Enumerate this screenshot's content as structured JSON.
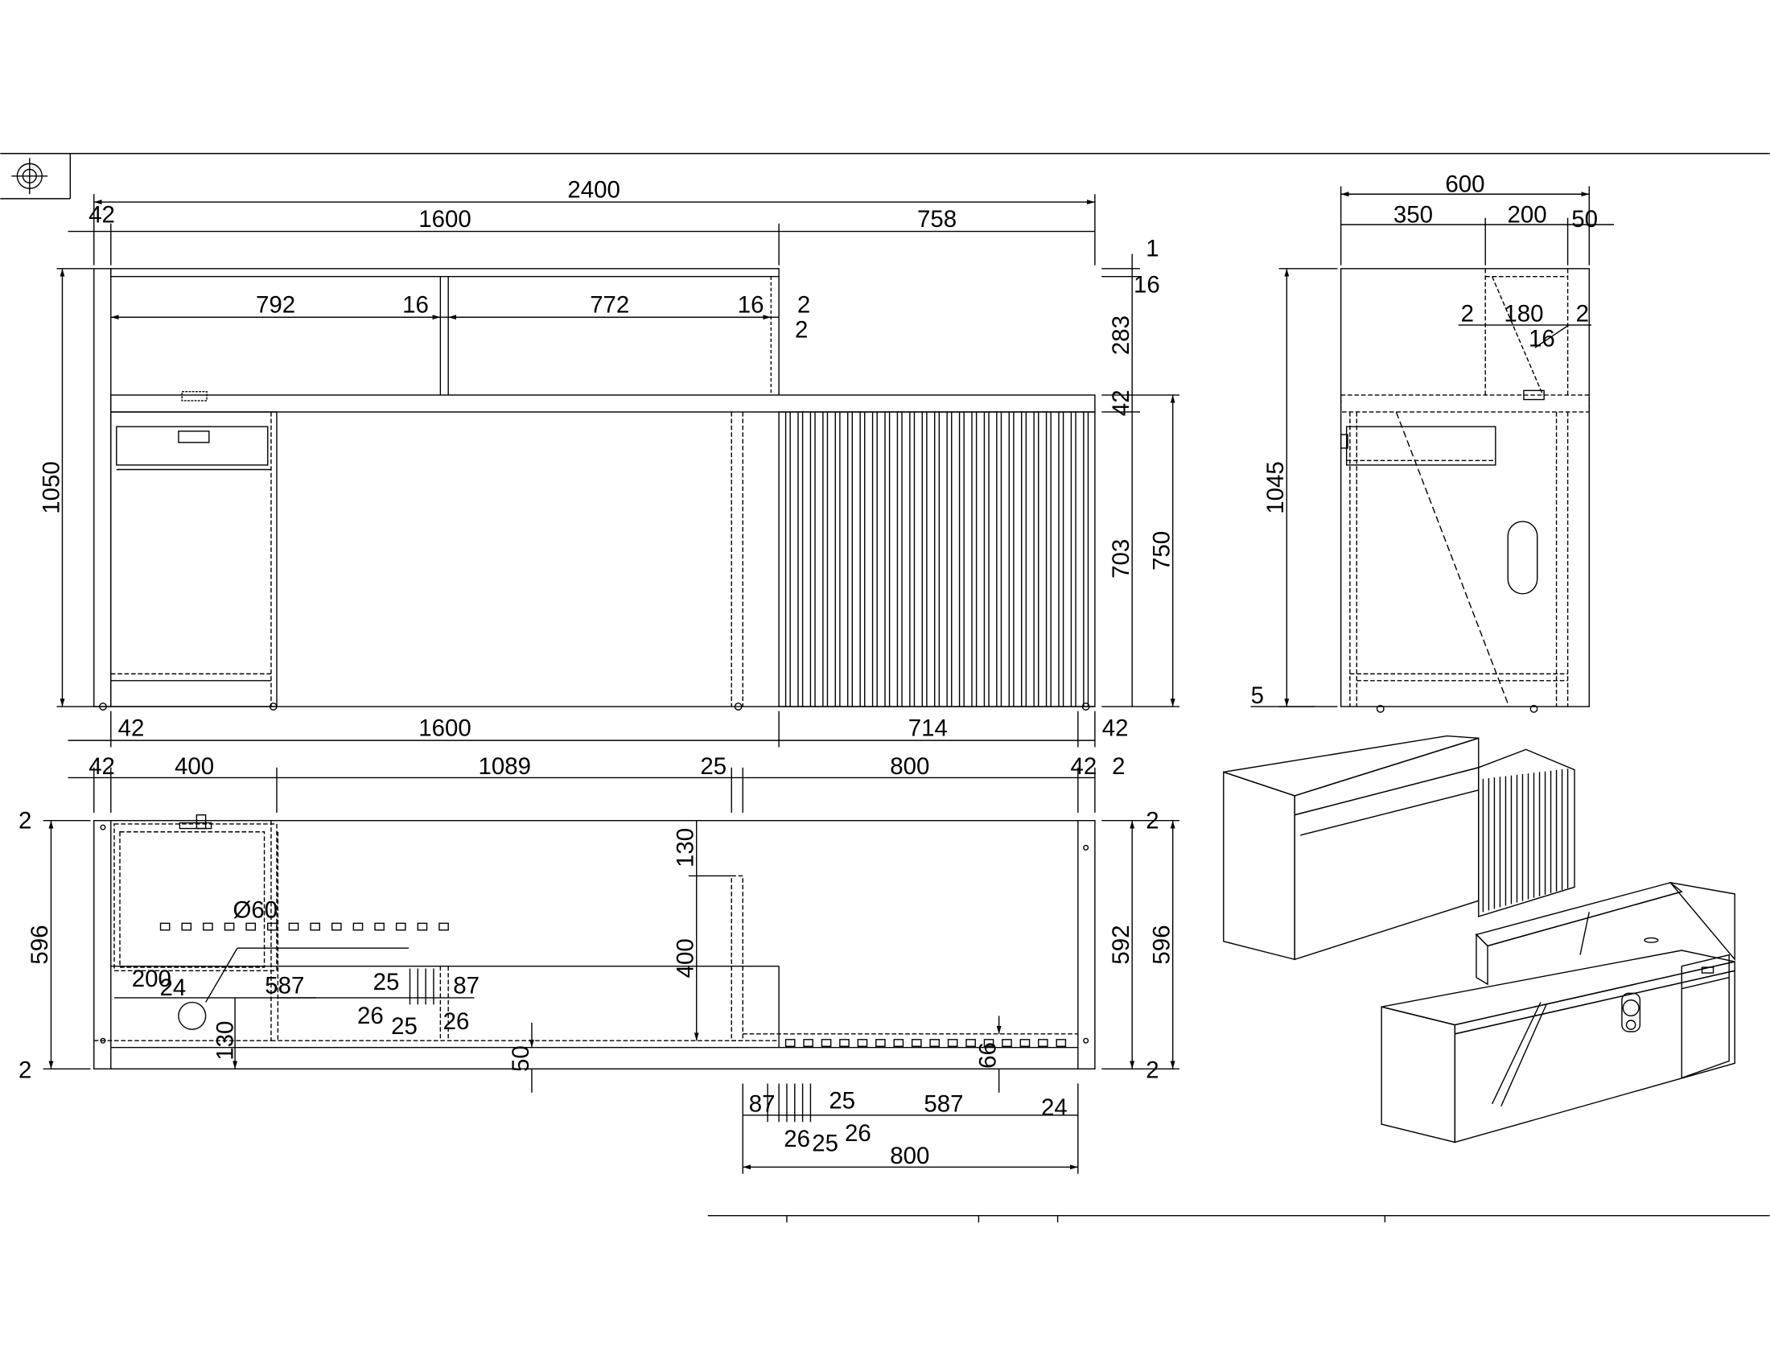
{
  "front_view": {
    "overall_width": "2400",
    "left_panel": "42",
    "hutch_span": "1600",
    "counter_span": "758",
    "hutch_bay_left": "792",
    "hutch_divider_a": "16",
    "hutch_bay_right": "772",
    "hutch_divider_b": "16",
    "hutch_end_gap_a": "2",
    "hutch_end_gap_b": "2",
    "top_offset": "1",
    "top_board": "16",
    "hutch_height": "283",
    "worktop_thickness": "42",
    "base_height": "703",
    "worktop_height": "750",
    "total_height": "1050",
    "bottom_left_panel": "42",
    "bottom_span": "1600",
    "slat_span": "714",
    "bottom_right_panel": "42"
  },
  "side_view": {
    "depth": "600",
    "depth_front": "350",
    "depth_mid": "200",
    "depth_back": "50",
    "gap_left": "2",
    "hutch_depth": "180",
    "gap_right": "2",
    "hutch_board": "16",
    "side_height": "1045",
    "foot_clearance": "5"
  },
  "plan_view": {
    "left_panel": "42",
    "drawer_width": "400",
    "middle_span": "1089",
    "divider_gap": "25",
    "right_span": "800",
    "right_panel": "42",
    "right_gap": "2",
    "left_gap_top": "2",
    "left_gap_bottom": "2",
    "right_gap_top": "2",
    "right_gap_bottom": "2",
    "plan_depth_left": "596",
    "plan_depth_inner": "592",
    "plan_depth_right": "596",
    "rear_offset": "130",
    "rear_depth": "400",
    "grommet_dia": "Ø60",
    "grommet_x": "200",
    "grommet_edge": "24",
    "grommet_y": "130",
    "rail_span": "587",
    "rail_a": "25",
    "rail_b": "87",
    "rail_c": "26",
    "rail_d": "25",
    "rail_e": "26",
    "front_strip": "50",
    "slat_depth": "66",
    "lower_87": "87",
    "lower_25a": "25",
    "lower_587": "587",
    "lower_24": "24",
    "lower_26a": "26",
    "lower_25b": "25",
    "lower_26b": "26",
    "lower_800": "800"
  }
}
